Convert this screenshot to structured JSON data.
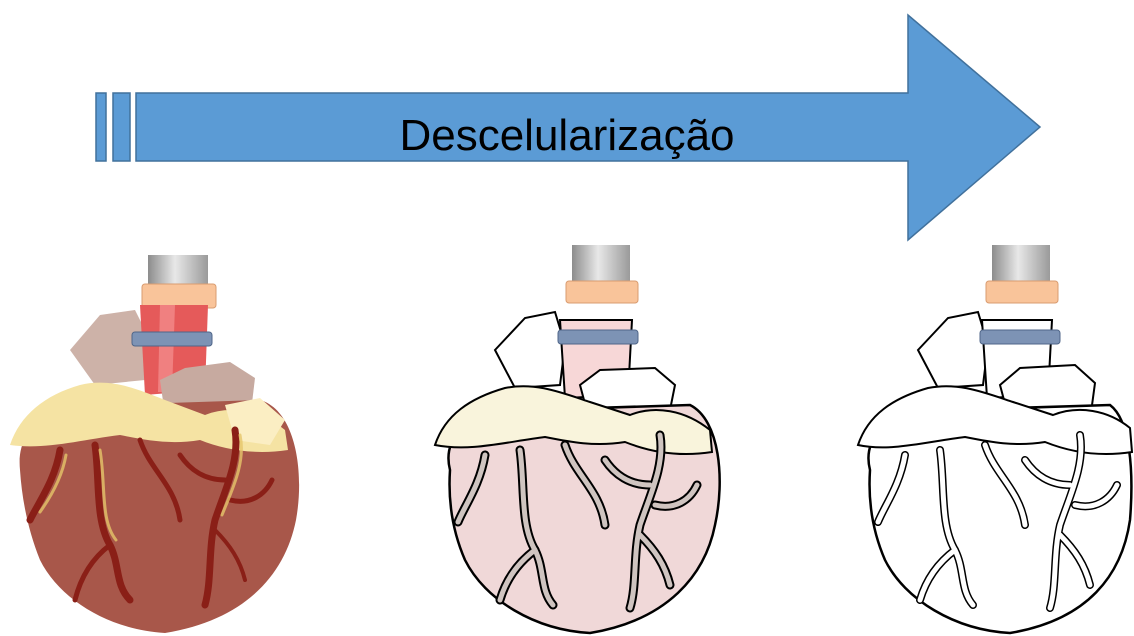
{
  "arrow": {
    "label": "Descelularização",
    "fill": "#5b9bd5",
    "stroke": "#41719c"
  },
  "hearts": [
    {
      "name": "native-heart",
      "stage": "native",
      "muscle": "#a8574a",
      "fat": "#f5e3a3",
      "vessel": "#8a1f17",
      "stroke": "none"
    },
    {
      "name": "partial-heart",
      "stage": "partially-decellularized",
      "muscle": "#f0d8d8",
      "fat": "#f9f4dc",
      "vessel": "#cfc4c0",
      "stroke": "#000000"
    },
    {
      "name": "decellularized-heart",
      "stage": "fully-decellularized",
      "muscle": "#ffffff",
      "fat": "#ffffff",
      "vessel": "#ffffff",
      "stroke": "#000000"
    }
  ],
  "cannula": {
    "tube": "#b9b9b9",
    "ring_top": "#f9c49a",
    "ring_bottom": "#7d93b5"
  }
}
